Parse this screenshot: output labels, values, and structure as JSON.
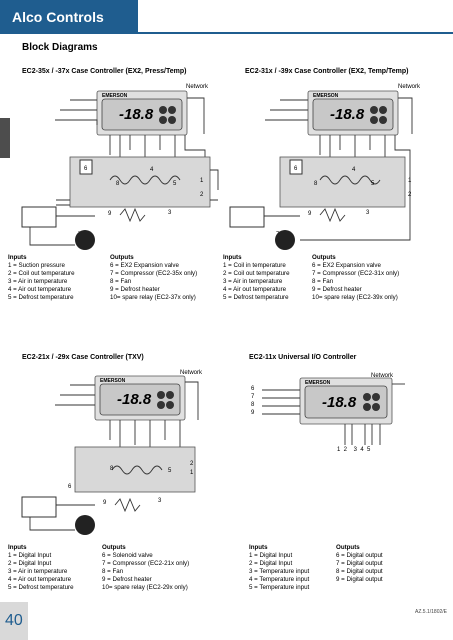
{
  "header": {
    "title": "Alco Controls"
  },
  "page": {
    "section_title": "Block Diagrams",
    "page_number": "40",
    "footer_code": "AZ.5.1/1802/E"
  },
  "controller_brand": "EMERSON",
  "display_value": "-18.8",
  "diagrams": [
    {
      "title": "EC2-35x / -37x  Case Controller (EX2, Press/Temp)",
      "network": "Network",
      "inputs_heading": "Inputs",
      "inputs": [
        "1 = Suction pressure",
        "2 = Coil out temperature",
        "3 = Air in temperature",
        "4 = Air out temperature",
        "5 = Defrost temperature"
      ],
      "outputs_heading": "Outputs",
      "outputs": [
        "6 = EX2 Expansion valve",
        "7 = Compressor (EC2-35x only)",
        "8 = Fan",
        "9 = Defrost heater",
        "10= spare relay (EC2-37x only)"
      ]
    },
    {
      "title": "EC2-31x / -39x Case Controller (EX2, Temp/Temp)",
      "network": "Network",
      "inputs_heading": "Inputs",
      "inputs": [
        "1 = Coil in temperature",
        "2 = Coil out temperature",
        "3 = Air in temperature",
        "4 = Air out temperature",
        "5 = Defrost temperature"
      ],
      "outputs_heading": "Outputs",
      "outputs": [
        "6 = EX2 Expansion valve",
        "7 = Compressor (EC2-31x only)",
        "8 = Fan",
        "9 = Defrost heater",
        "10= spare relay (EC2-39x only)"
      ]
    },
    {
      "title": "EC2-21x / -29x  Case Controller (TXV)",
      "network": "Network",
      "inputs_heading": "Inputs",
      "inputs": [
        "1 = Digital Input",
        "2 = Digital Input",
        "3 = Air in temperature",
        "4 = Air out temperature",
        "5 = Defrost temperature"
      ],
      "outputs_heading": "Outputs",
      "outputs": [
        "6 = Solenoid valve",
        "7 = Compressor (EC2-21x only)",
        "8 = Fan",
        "9 = Defrost heater",
        "10= spare relay (EC2-29x only)"
      ]
    },
    {
      "title": "EC2-11x  Universal I/O Controller",
      "network": "Network",
      "side_numbers": [
        "6",
        "7",
        "8",
        "9"
      ],
      "bottom_numbers": "1  2    3  4  5",
      "inputs_heading": "Inputs",
      "inputs": [
        "1 = Digital Input",
        "2 = Digital Input",
        "3 = Temperature input",
        "4 = Temperature input",
        "5 = Temperature input"
      ],
      "outputs_heading": "Outputs",
      "outputs": [
        "6 = Digital output",
        "7 = Digital output",
        "8 = Digital output",
        "9 = Digital output"
      ]
    }
  ]
}
